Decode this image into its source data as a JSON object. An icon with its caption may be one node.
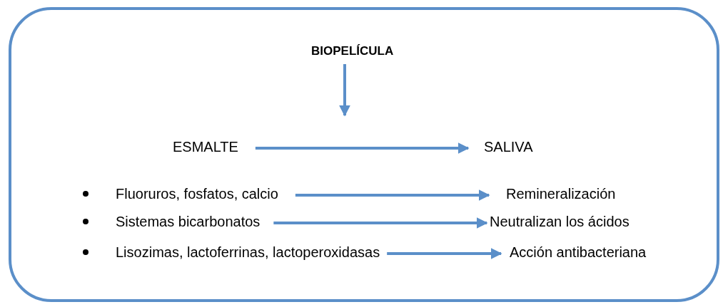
{
  "diagram": {
    "nodes": [
      {
        "text": [],
        "shape": "box"
      },
      {
        "text": [
          "BIOPELÍCULA"
        ],
        "in": 0
      },
      {
        "text": [
          "ESMALTE"
        ],
        "in": 0
      },
      {
        "text": [
          "SALIVA"
        ],
        "in": 0
      },
      {
        "text": [
          "Fluoruros, fosfatos, calcio"
        ],
        "in": 0
      },
      {
        "text": [
          "Remineralización"
        ],
        "in": 0
      },
      {
        "text": [
          "Sistemas bicarbonatos"
        ],
        "in": 0
      },
      {
        "text": [
          "Neutralizan los ácidos"
        ],
        "in": 0
      },
      {
        "text": [
          "Lisozimas, lactoferrinas, lactoperoxidasas"
        ],
        "in": 0
      },
      {
        "text": [
          "Acción antibacteriana"
        ],
        "in": 0
      }
    ],
    "edges": [
      {
        "from": 1,
        "to": null,
        "arrow": "to"
      },
      {
        "from": 2,
        "to": 3,
        "arrow": "to"
      },
      {
        "from": 4,
        "to": 5,
        "arrow": "to"
      },
      {
        "from": 6,
        "to": 7,
        "arrow": "to"
      },
      {
        "from": 8,
        "to": 9,
        "arrow": "to"
      }
    ]
  }
}
